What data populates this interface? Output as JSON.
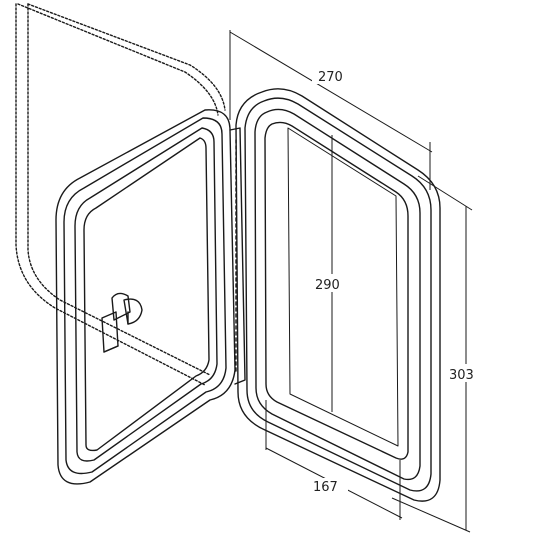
{
  "dimensions": {
    "width_top": "270",
    "inner_height": "290",
    "outer_height": "303",
    "width_bottom": "167"
  },
  "colors": {
    "line": "#1a1a1a",
    "background": "#ffffff"
  }
}
